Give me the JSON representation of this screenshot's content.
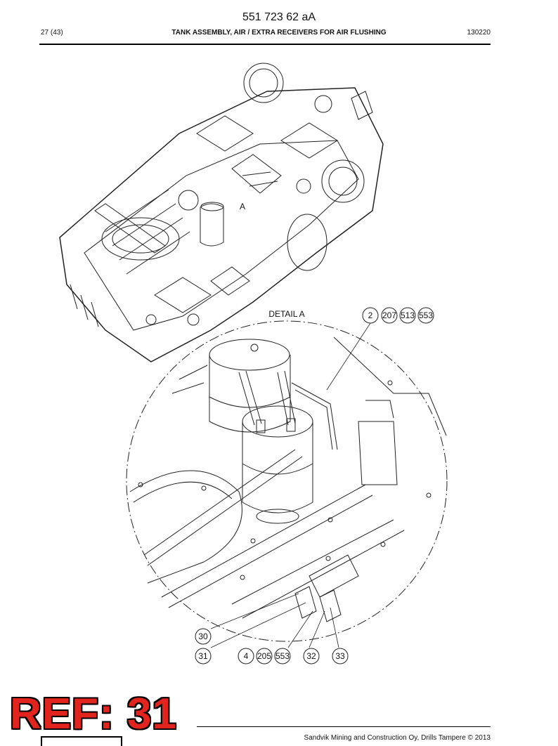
{
  "header": {
    "doc_number": "551 723 62 aA",
    "page_index": "27 (43)",
    "title": "TANK ASSEMBLY, AIR / EXTRA RECEIVERS FOR AIR FLUSHING",
    "revision": "130220"
  },
  "drawing": {
    "view_marker": "A",
    "detail_label": "DETAIL A",
    "callouts_top": [
      "2",
      "207",
      "513",
      "553"
    ],
    "callouts_left": [
      "30",
      "31"
    ],
    "callouts_bottom": [
      "4",
      "205",
      "553",
      "32",
      "33"
    ]
  },
  "stamp": {
    "text": "REF: 31"
  },
  "footer": {
    "copyright": "Sandvik Mining and Construction Oy, Drills Tampere © 2013"
  }
}
